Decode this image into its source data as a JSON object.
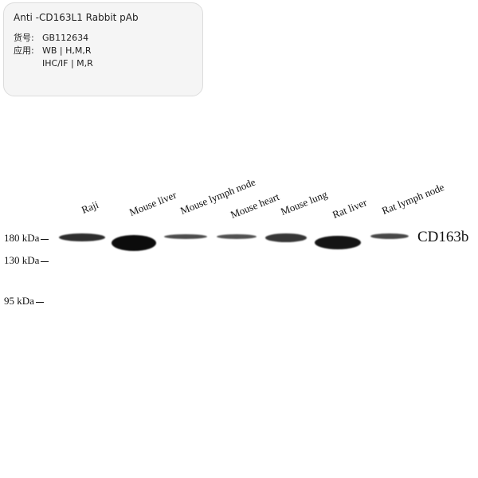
{
  "product": {
    "title": "Anti -CD163L1 Rabbit pAb",
    "catalog_label": "货号:",
    "catalog_value": "GB112634",
    "application_label": "应用:",
    "application_line1": "WB | H,M,R",
    "application_line2": "IHC/IF | M,R"
  },
  "lanes": [
    "Raji",
    "Mouse liver",
    "Mouse lymph node",
    "Mouse heart",
    "Mouse lung",
    "Rat liver",
    "Rat lymph node"
  ],
  "markers": [
    "180 kDa",
    "130 kDa",
    "95 kDa"
  ],
  "target_label": "CD163b",
  "band_intensity": [
    0.7,
    1.0,
    0.4,
    0.35,
    0.6,
    0.9,
    0.45
  ]
}
